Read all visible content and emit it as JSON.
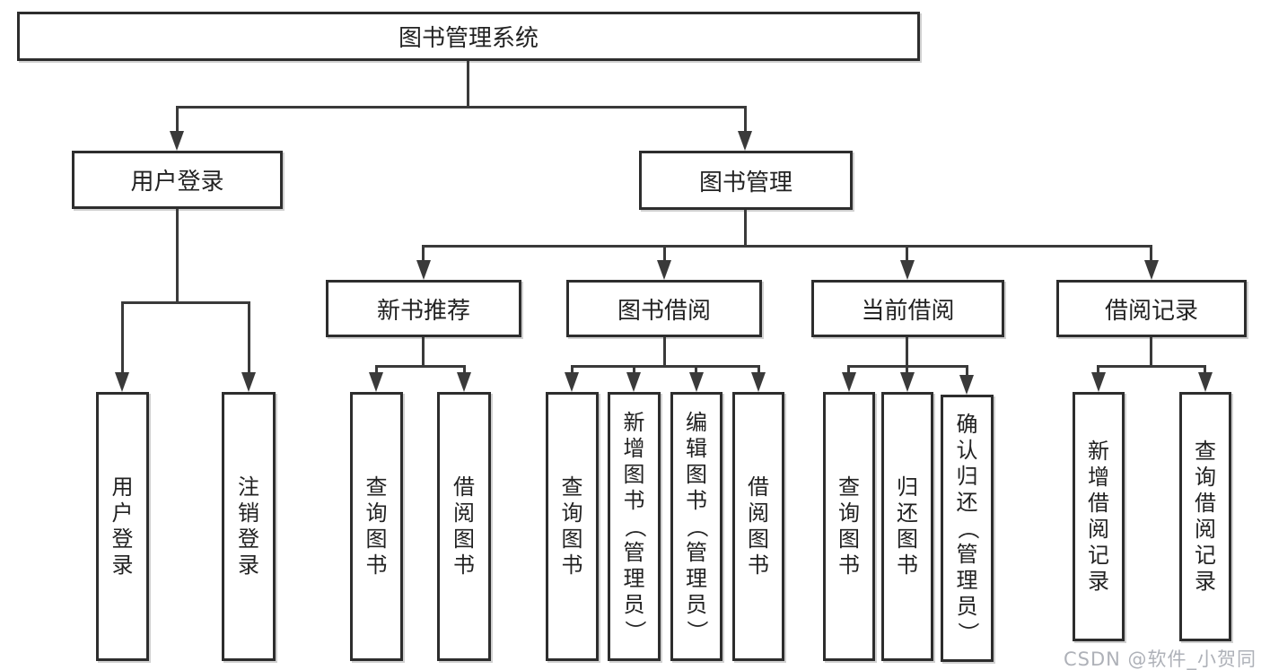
{
  "tree": {
    "label": "图书管理系统",
    "children": [
      {
        "label": "用户登录",
        "children": [
          {
            "label": "用户登录"
          },
          {
            "label": "注销登录"
          }
        ]
      },
      {
        "label": "图书管理",
        "children": [
          {
            "label": "新书推荐",
            "children": [
              {
                "label": "查询图书"
              },
              {
                "label": "借阅图书"
              }
            ]
          },
          {
            "label": "图书借阅",
            "children": [
              {
                "label": "查询图书"
              },
              {
                "label": "新增图书（管理员）"
              },
              {
                "label": "编辑图书（管理员）"
              },
              {
                "label": "借阅图书"
              }
            ]
          },
          {
            "label": "当前借阅",
            "children": [
              {
                "label": "查询图书"
              },
              {
                "label": "归还图书"
              },
              {
                "label": "确认归还（管理员）"
              }
            ]
          },
          {
            "label": "借阅记录",
            "children": [
              {
                "label": "新增借阅记录"
              },
              {
                "label": "查询借阅记录"
              }
            ]
          }
        ]
      }
    ]
  },
  "watermark": "CSDN @软件_小贺同学",
  "colors": {
    "line": "#3a3a3a",
    "border": "#2d2d2d",
    "text": "#222222",
    "watermark": "#aeb1b8",
    "background": "#ffffff"
  }
}
